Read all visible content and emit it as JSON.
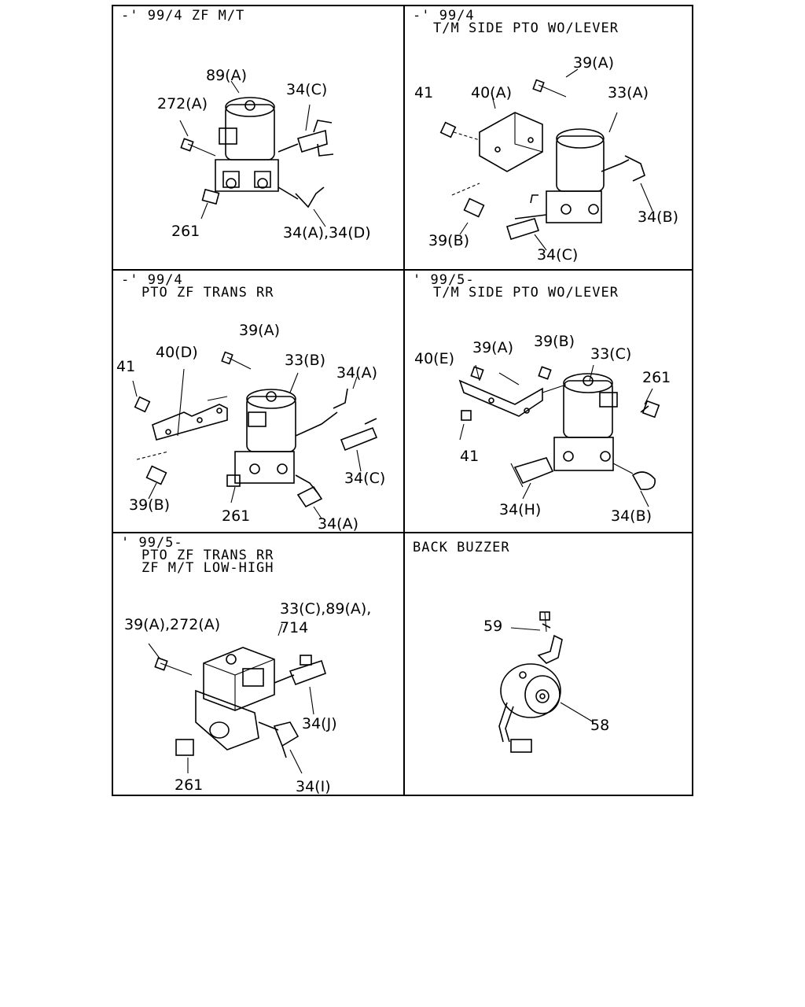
{
  "panels": [
    {
      "header": [
        "-' 99/4 ZF M/T"
      ],
      "labels": [
        "89(A)",
        "272(A)",
        "34(C)",
        "261",
        "34(A),34(D)"
      ]
    },
    {
      "header": [
        "-' 99/4",
        "T/M SIDE PTO WO/LEVER"
      ],
      "labels": [
        "39(A)",
        "41",
        "40(A)",
        "33(A)",
        "34(B)",
        "39(B)",
        "34(C)"
      ]
    },
    {
      "header": [
        "-' 99/4",
        "PTO ZF TRANS RR"
      ],
      "labels": [
        "39(A)",
        "41",
        "40(D)",
        "33(B)",
        "34(A)",
        "34(C)",
        "39(B)",
        "261",
        "34(A)"
      ]
    },
    {
      "header": [
        "' 99/5-",
        "T/M SIDE PTO WO/LEVER"
      ],
      "labels": [
        "40(E)",
        "39(A)",
        "39(B)",
        "33(C)",
        "261",
        "41",
        "34(H)",
        "34(B)"
      ]
    },
    {
      "header": [
        "' 99/5-",
        "PTO ZF TRANS RR",
        "ZF M/T LOW-HIGH"
      ],
      "labels": [
        "33(C),89(A),",
        "714",
        "39(A),272(A)",
        "34(J)",
        "261",
        "34(I)"
      ]
    },
    {
      "header": [
        "BACK BUZZER"
      ],
      "labels": [
        "59",
        "58"
      ]
    }
  ]
}
